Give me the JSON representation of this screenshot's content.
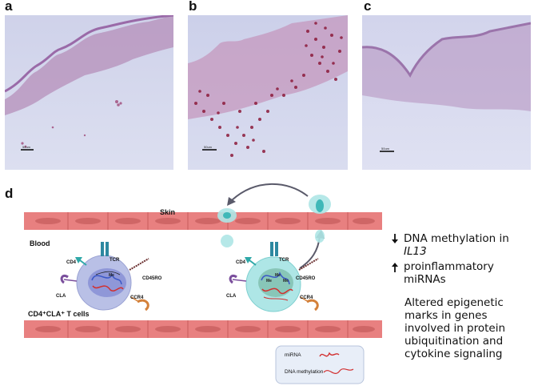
{
  "panels": [
    {
      "letter": "a",
      "scale": "50um"
    },
    {
      "letter": "b",
      "scale": "50um"
    },
    {
      "letter": "c",
      "scale": "50um"
    }
  ],
  "diagram": {
    "letter": "d",
    "skin_label": "Skin",
    "blood_label": "Blood",
    "cells_label": "CD4⁺CLA⁺ T cells",
    "receptors": {
      "cd4": "CD4",
      "tcr": "TCR",
      "cla": "CLA",
      "ccr4": "CCR4",
      "cd45ro": "CD45RO"
    },
    "me_mark": "Me",
    "legend": {
      "mirna": "miRNA",
      "dna_methylation": "DNA methylation"
    },
    "colors": {
      "vessel": "#e88080",
      "vessel_dark": "#d06a6a",
      "cell_left": "#b9c0e6",
      "cell_right": "#aee6e6",
      "arrow": "#5a5a6a"
    }
  },
  "findings": {
    "item1_prefix": "DNA methylation in ",
    "item1_gene": "IL13",
    "item2_line1": "proinflammatory",
    "item2_line2": "miRNAs",
    "item3_lines": [
      "Altered epigenetic",
      "marks in genes",
      "involved in protein",
      "ubiquitination and",
      "cytokine signaling"
    ]
  }
}
